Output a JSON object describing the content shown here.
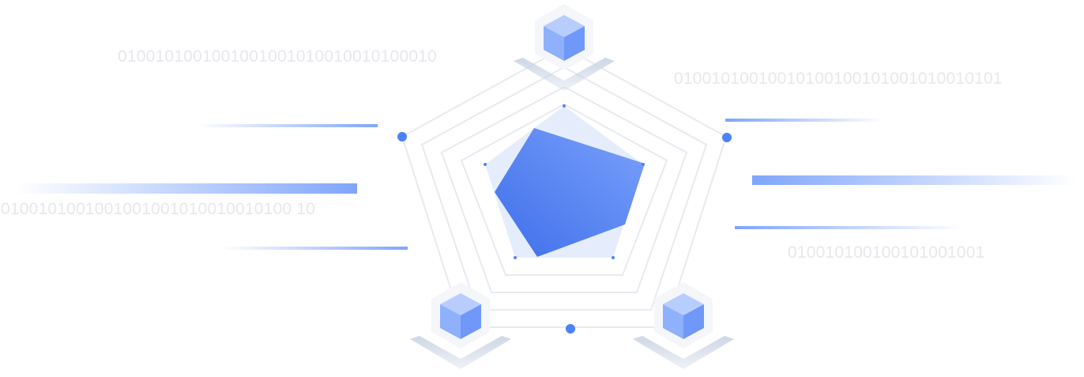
{
  "binary_strings": [
    "0100101001001001001010010010100010",
    "01001010010010100100101001010010101",
    "0100101001001001001010010010100 10",
    "010010100100101001001"
  ],
  "colors": {
    "accent": "#4C82F7",
    "accent_dark": "#3F6FEA",
    "accent_light": "#7FA5FB",
    "fill_light": "#E5EDFC",
    "ring": "#E7EAF0",
    "binary_text": "#E6E8EC",
    "cube_face_top": "#B6CDFD",
    "cube_face_left": "#8FB0FB",
    "cube_face_right": "#6F98F8"
  },
  "icons": {
    "vertex_top": "cube-icon",
    "vertex_bottom_left": "cube-icon",
    "vertex_bottom_right": "cube-icon"
  }
}
